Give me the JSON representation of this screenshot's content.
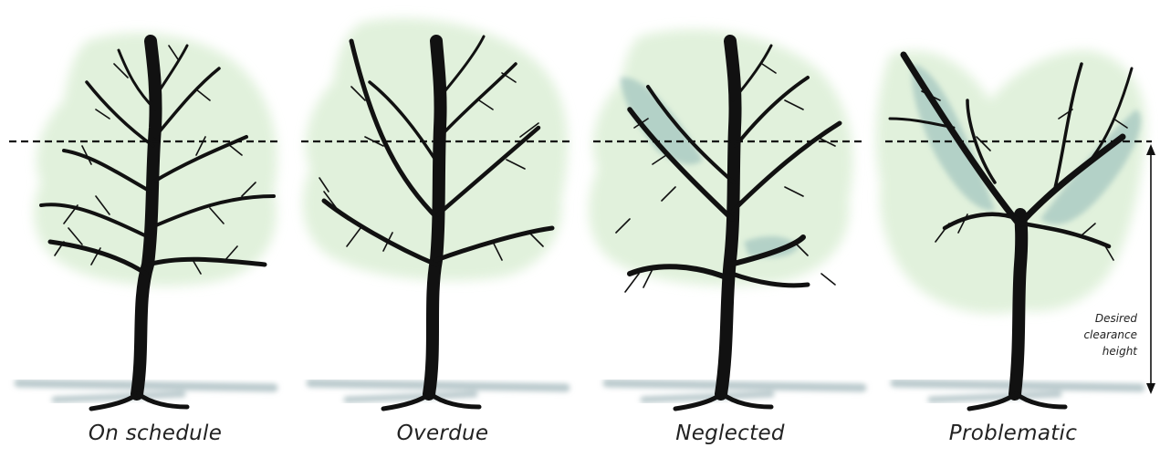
{
  "panels": [
    {
      "caption": "On schedule"
    },
    {
      "caption": "Overdue"
    },
    {
      "caption": "Neglected"
    },
    {
      "caption": "Problematic"
    }
  ],
  "clearance_label": {
    "line1": "Desired",
    "line2": "clearance",
    "line3": "height"
  },
  "colors": {
    "foliage": "#dcefd6",
    "overgrowth": "#8fb7b6",
    "trunk": "#111111",
    "ground": "#b9c9cc",
    "guide_line": "#111111"
  }
}
